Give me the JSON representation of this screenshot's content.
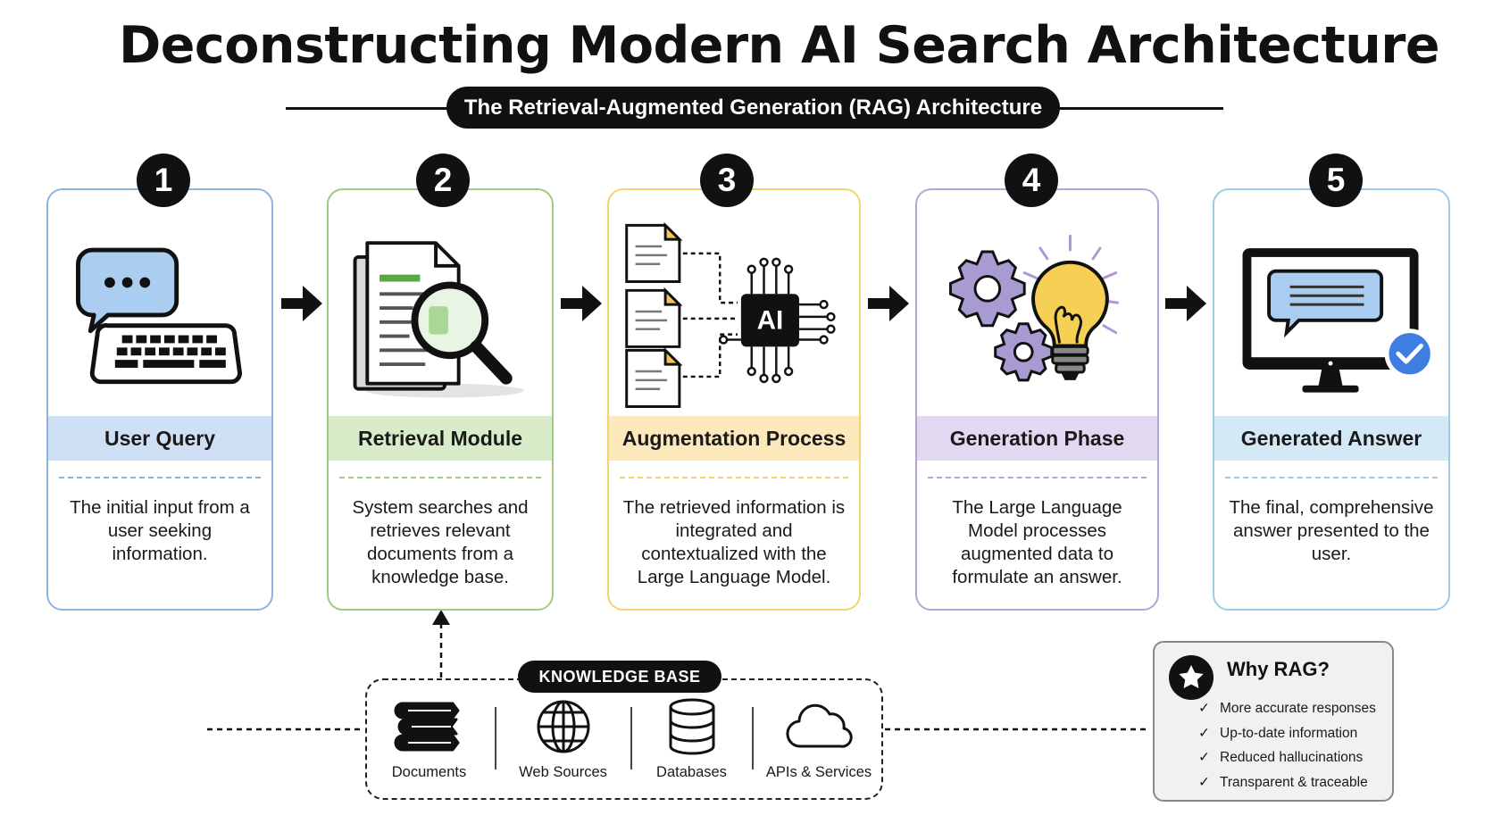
{
  "title": "Deconstructing Modern AI Search Architecture",
  "subtitle": "The Retrieval-Augmented Generation (RAG) Architecture",
  "steps": [
    {
      "number": "1",
      "label": "User Query",
      "description": "The initial input from a user seeking information.",
      "border_color": "#8fb4dc",
      "band_color": "#cfe0f4",
      "icon": "chat-keyboard-icon"
    },
    {
      "number": "2",
      "label": "Retrieval Module",
      "description": "System searches and retrieves relevant documents from a knowledge base.",
      "border_color": "#9dcb83",
      "band_color": "#d9ecca",
      "icon": "document-search-icon"
    },
    {
      "number": "3",
      "label": "Augmentation Process",
      "description": "The retrieved information is integrated and contextualized with the Large Language Model.",
      "border_color": "#f3d36f",
      "band_color": "#fbe8bb",
      "icon": "documents-to-ai-chip-icon"
    },
    {
      "number": "4",
      "label": "Generation Phase",
      "description": "The Large Language Model processes augmented data to formulate an answer.",
      "border_color": "#b8a3d8",
      "band_color": "#e2d8f1",
      "icon": "gears-lightbulb-icon"
    },
    {
      "number": "5",
      "label": "Generated Answer",
      "description": "The final, comprehensive answer presented to the user.",
      "border_color": "#9ccbe7",
      "band_color": "#d4e9f6",
      "icon": "monitor-answer-check-icon"
    }
  ],
  "ai_chip_text": "AI",
  "knowledge_base": {
    "title": "KNOWLEDGE BASE",
    "items": [
      {
        "label": "Documents",
        "icon": "books-icon"
      },
      {
        "label": "Web Sources",
        "icon": "globe-icon"
      },
      {
        "label": "Databases",
        "icon": "database-icon"
      },
      {
        "label": "APIs & Services",
        "icon": "cloud-icon"
      }
    ]
  },
  "why_rag": {
    "title": "Why RAG?",
    "points": [
      "More accurate responses",
      "Up-to-date information",
      "Reduced hallucinations",
      "Transparent & traceable"
    ]
  }
}
